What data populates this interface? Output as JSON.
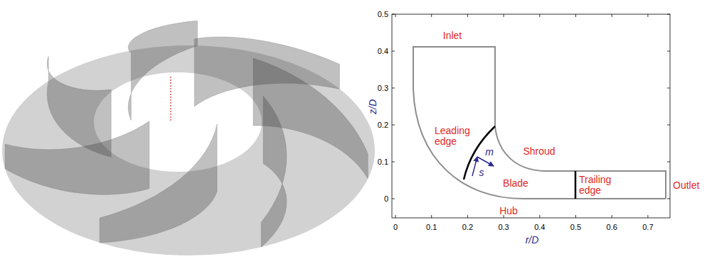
{
  "diagram": {
    "labels": [
      "Inlet",
      "Leading edge",
      "m",
      "s",
      "Shroud",
      "Blade",
      "Trailing edge",
      "Outlet",
      "Hub",
      "r/D",
      "z/D",
      "0",
      "0.1",
      "0.2",
      "0.3",
      "0.4",
      "0.5",
      "0.6",
      "0.7",
      "0",
      "0.1",
      "0.2",
      "0.3",
      "0.4",
      "0.5"
    ]
  }
}
